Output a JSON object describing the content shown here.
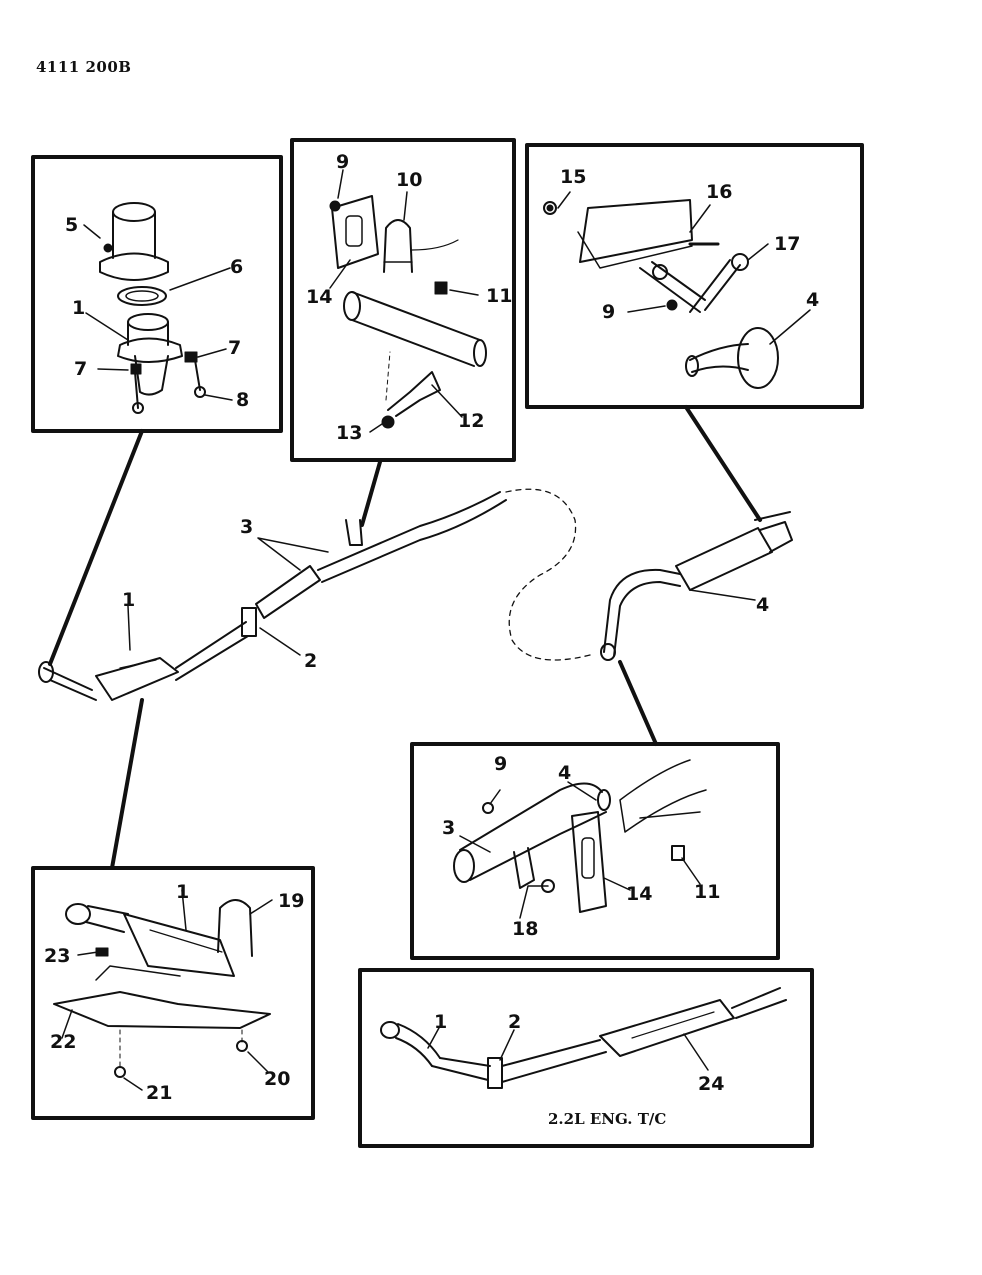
{
  "header": {
    "doc_id": "4111 200B"
  },
  "caption_engine": "2.2L ENG. T/C",
  "callouts": {
    "top_left": [
      "5",
      "6",
      "1",
      "7",
      "7",
      "8"
    ],
    "top_center": [
      "9",
      "10",
      "14",
      "11",
      "12",
      "13"
    ],
    "top_right": [
      "15",
      "16",
      "17",
      "9",
      "4"
    ],
    "main": [
      "3",
      "1",
      "2",
      "4"
    ],
    "mid_right": [
      "9",
      "4",
      "3",
      "14",
      "11",
      "18"
    ],
    "bottom_left": [
      "1",
      "19",
      "23",
      "22",
      "21",
      "20"
    ],
    "bottom_right": [
      "1",
      "2",
      "24"
    ]
  }
}
